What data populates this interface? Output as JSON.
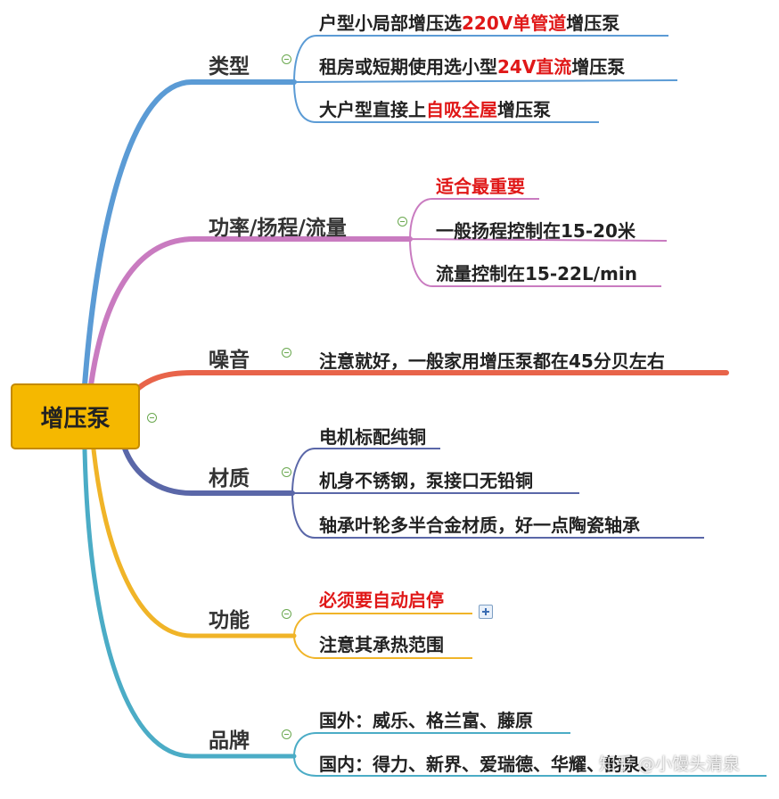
{
  "root": {
    "label": "增压泵"
  },
  "branches": [
    {
      "id": "type",
      "label": "类型",
      "color": "#5b9bd5",
      "items": [
        {
          "parts": [
            {
              "t": "户型小局部增压选"
            },
            {
              "t": "220V单管道",
              "hl": true
            },
            {
              "t": "增压泵"
            }
          ]
        },
        {
          "parts": [
            {
              "t": "租房或短期使用选小型"
            },
            {
              "t": "24V直流",
              "hl": true
            },
            {
              "t": "增压泵"
            }
          ]
        },
        {
          "parts": [
            {
              "t": "大户型直接上"
            },
            {
              "t": "自吸全屋",
              "hl": true
            },
            {
              "t": "增压泵"
            }
          ]
        }
      ]
    },
    {
      "id": "power",
      "label": "功率/扬程/流量",
      "color": "#c97bc0",
      "items": [
        {
          "parts": [
            {
              "t": "适合最重要",
              "hl": true
            }
          ]
        },
        {
          "parts": [
            {
              "t": "一般扬程控制在15-20米"
            }
          ]
        },
        {
          "parts": [
            {
              "t": "流量控制在15-22L/min"
            }
          ]
        }
      ]
    },
    {
      "id": "noise",
      "label": "噪音",
      "color": "#e8644a",
      "items": [
        {
          "parts": [
            {
              "t": "注意就好，一般家用增压泵都在45分贝左右"
            }
          ]
        }
      ]
    },
    {
      "id": "material",
      "label": "材质",
      "color": "#5a67a8",
      "items": [
        {
          "parts": [
            {
              "t": "电机标配纯铜"
            }
          ]
        },
        {
          "parts": [
            {
              "t": "机身不锈钢，泵接口无铅铜"
            }
          ]
        },
        {
          "parts": [
            {
              "t": "轴承叶轮多半合金材质，好一点陶瓷轴承"
            }
          ]
        }
      ]
    },
    {
      "id": "function",
      "label": "功能",
      "color": "#f0b428",
      "items": [
        {
          "parts": [
            {
              "t": "必须要自动启停",
              "hl": true
            }
          ]
        },
        {
          "parts": [
            {
              "t": "注意其承热范围"
            }
          ]
        }
      ]
    },
    {
      "id": "brand",
      "label": "品牌",
      "color": "#4bacc6",
      "items": [
        {
          "parts": [
            {
              "t": "国外：威乐、格兰富、藤原"
            }
          ]
        },
        {
          "parts": [
            {
              "t": "国内：得力、新界、爱瑞德、华耀、韵泉、"
            }
          ]
        }
      ]
    }
  ],
  "watermark": "知乎 @小馒头清泉"
}
